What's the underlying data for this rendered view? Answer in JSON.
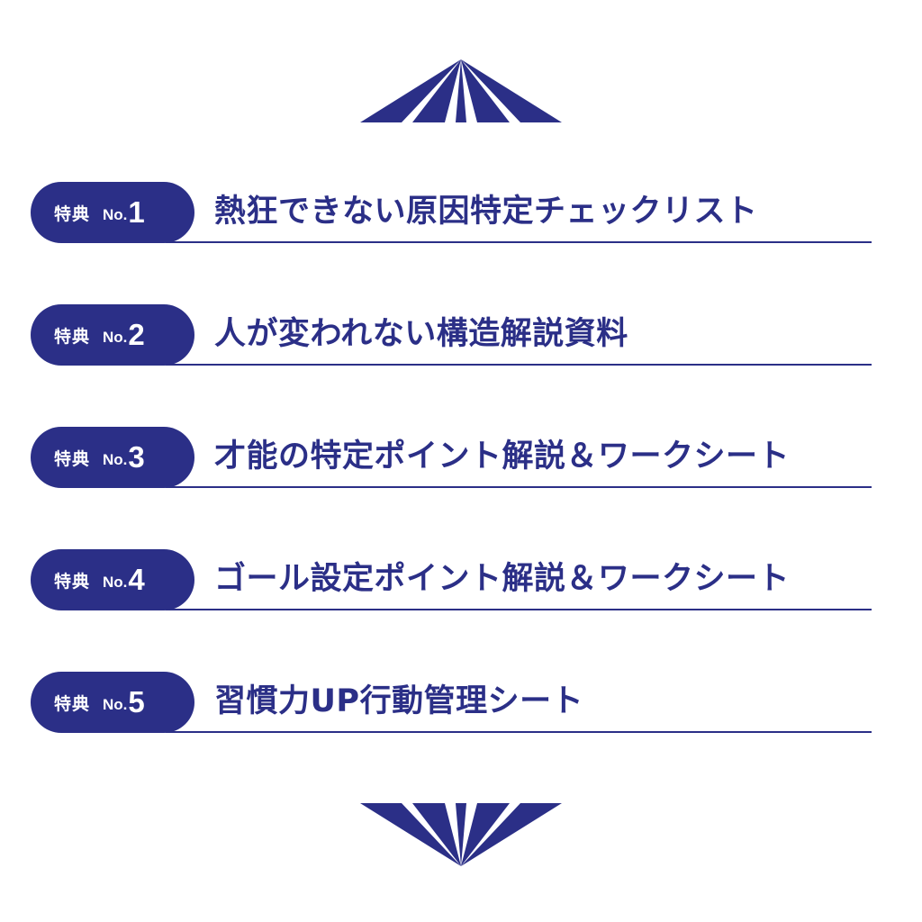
{
  "accent_color": "#2b2f87",
  "badge_label": "特典",
  "badge_prefix": "No.",
  "items": [
    {
      "number": "1",
      "title": "熱狂できない原因特定チェックリスト"
    },
    {
      "number": "2",
      "title": "人が変われない構造解説資料"
    },
    {
      "number": "3",
      "title": "才能の特定ポイント解説＆ワークシート"
    },
    {
      "number": "4",
      "title": "ゴール設定ポイント解説＆ワークシート"
    },
    {
      "number": "5",
      "title": "習慣力UP行動管理シート"
    }
  ],
  "decorations": {
    "top": "sunburst-rays-icon",
    "bottom": "sunburst-rays-icon"
  }
}
